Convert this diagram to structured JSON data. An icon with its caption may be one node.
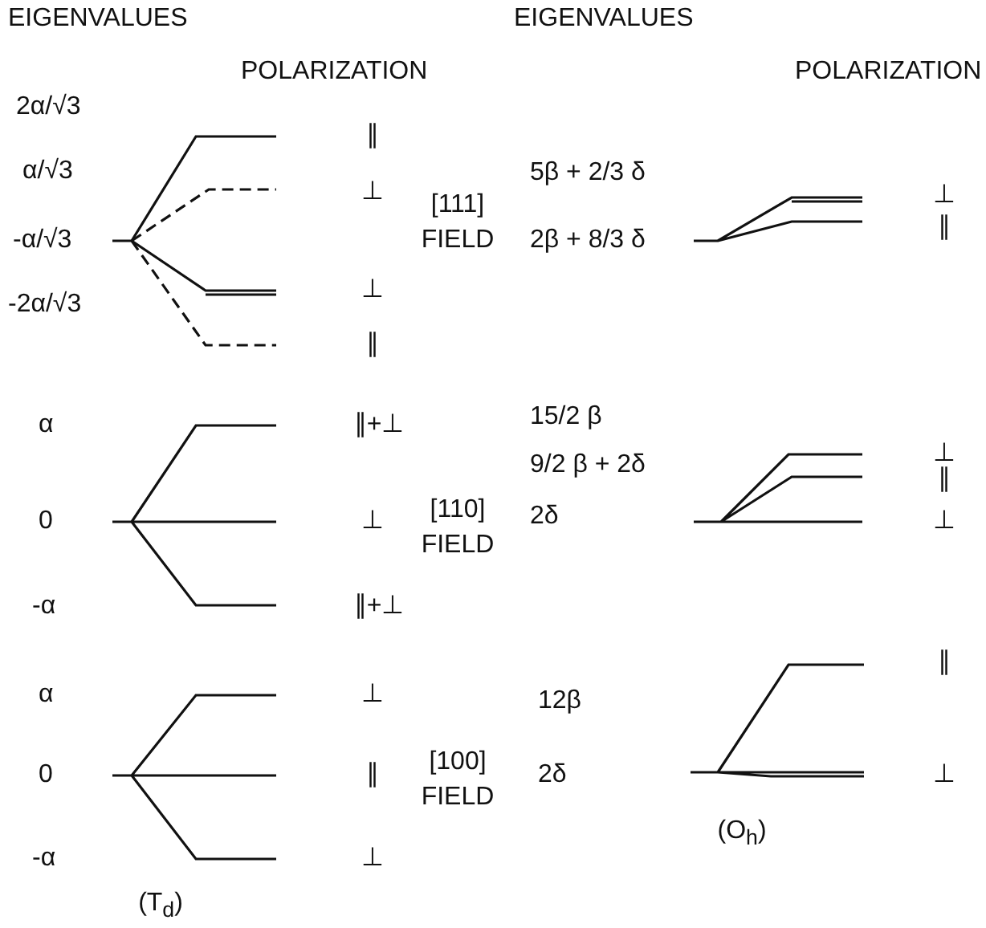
{
  "diagram": {
    "labels": [
      "EIGENVALUES",
      "EIGENVALUES",
      "POLARIZATION",
      "POLARIZATION",
      "2α/√3",
      "α/√3",
      "-α/√3",
      "-2α/√3",
      "∥",
      "⊥",
      "⊥",
      "∥",
      "[111]",
      "FIELD",
      "5β + 2/3 δ",
      "2β + 8/3 δ",
      "⊥",
      "∥",
      "α",
      "0",
      "-α",
      "∥+⊥",
      "⊥",
      "∥+⊥",
      "[110]",
      "FIELD",
      "15/2 β",
      "9/2 β + 2δ",
      "2δ",
      "⊥",
      "∥",
      "⊥",
      "α",
      "0",
      "-α",
      "⊥",
      "∥",
      "⊥",
      "[100]",
      "FIELD",
      "12β",
      "2δ",
      "∥",
      "⊥",
      "(O$_{h}$)",
      "(T$_{d}$)"
    ]
  }
}
